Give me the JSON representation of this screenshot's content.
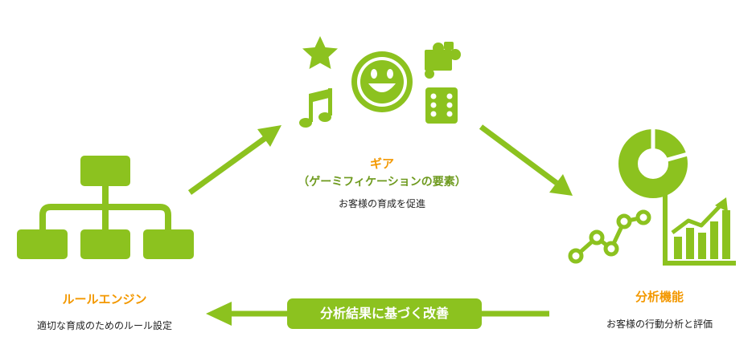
{
  "gear": {
    "title": "ギア",
    "subtitle": "（ゲーミフィケーションの要素）",
    "description": "お客様の育成を促進"
  },
  "rule_engine": {
    "title": "ルールエンジン",
    "description": "適切な育成のためのルール設定"
  },
  "analysis": {
    "title": "分析機能",
    "description": "お客様の行動分析と評価"
  },
  "feedback": {
    "label": "分析結果に基づく改善"
  },
  "colors": {
    "green": "#8cc21f",
    "orange": "#f39800",
    "text": "#222222"
  },
  "icons": [
    "star-icon",
    "smiley-icon",
    "puzzle-icon",
    "music-note-icon",
    "dice-icon",
    "org-chart-icon",
    "donut-chart-icon",
    "line-graph-icon",
    "bar-growth-chart-icon"
  ]
}
